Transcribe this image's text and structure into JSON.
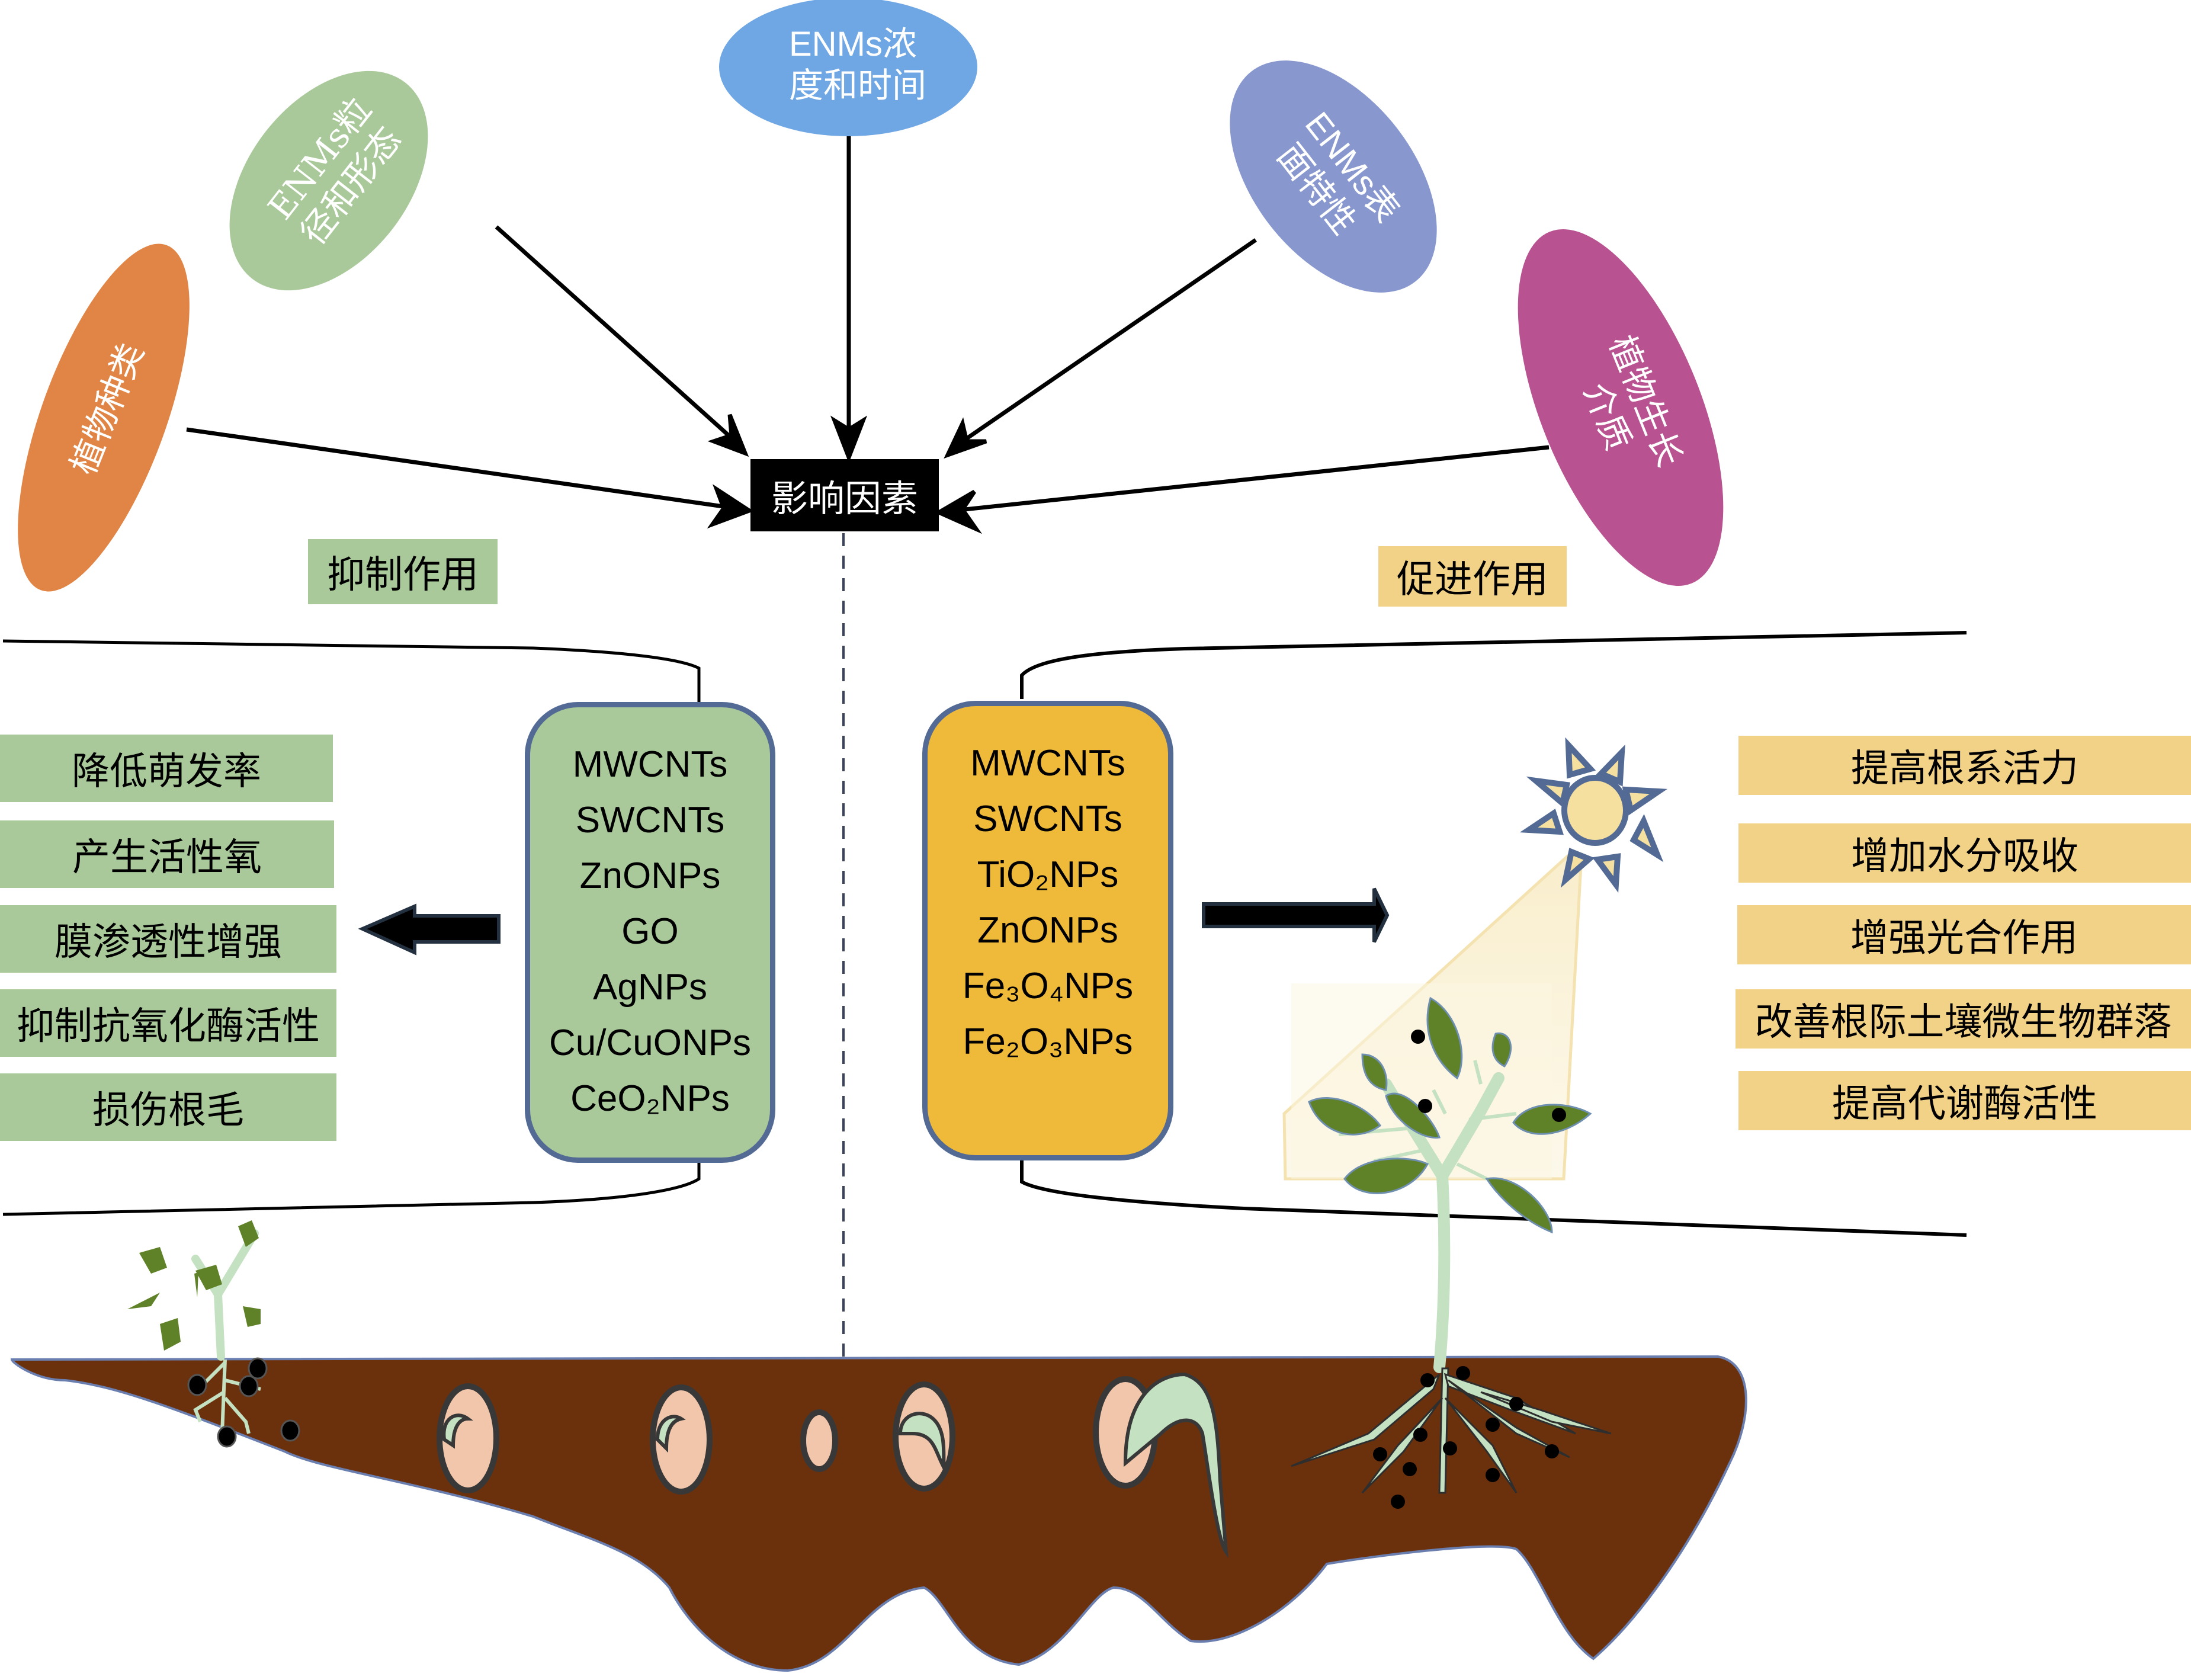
{
  "colors": {
    "inhibit_green": "#a9c99a",
    "promote_yellow": "#f2d287",
    "promote_box_yellow": "#efb93a",
    "box_border": "#536b94",
    "soil_brown": "#6b310d",
    "seed_peach": "#f2c6aa",
    "root_green": "#c4e1c1",
    "leaf_green": "#5f8128",
    "sun_fill": "#f6e0a0"
  },
  "hub": {
    "label": "影响因素"
  },
  "factors": [
    {
      "id": "plant-species",
      "line1": "植物种类",
      "line2": "",
      "color": "#e08545"
    },
    {
      "id": "particle-size",
      "line1": "ENMs粒",
      "line2": "径和形态",
      "color": "#a9c99a"
    },
    {
      "id": "concentration",
      "line1": "ENMs浓",
      "line2": "度和时间",
      "color": "#6fa6e4"
    },
    {
      "id": "surface",
      "line1": "ENMs表",
      "line2": "面特性",
      "color": "#8898cf"
    },
    {
      "id": "growth-medium",
      "line1": "植物生长",
      "line2": "介质",
      "color": "#b85290"
    }
  ],
  "inhibit": {
    "title": "抑制作用",
    "materials": [
      "MWCNTs",
      "SWCNTs",
      "ZnONPs",
      "GO",
      "AgNPs",
      "Cu/CuONPs",
      "CeO₂NPs"
    ],
    "effects": [
      "降低萌发率",
      "产生活性氧",
      "膜渗透性增强",
      "抑制抗氧化酶活性",
      "损伤根毛"
    ]
  },
  "promote": {
    "title": "促进作用",
    "materials": [
      "MWCNTs",
      "SWCNTs",
      "TiO₂NPs",
      "ZnONPs",
      "Fe₃O₄NPs",
      "Fe₂O₃NPs"
    ],
    "effects": [
      "提高根系活力",
      "增加水分吸收",
      "增强光合作用",
      "改善根际土壤微生物群落",
      "提高代谢酶活性"
    ]
  },
  "icons": {
    "sun": "sun-icon",
    "arrow_left": "arrow-left-icon",
    "arrow_right": "arrow-right-icon"
  }
}
